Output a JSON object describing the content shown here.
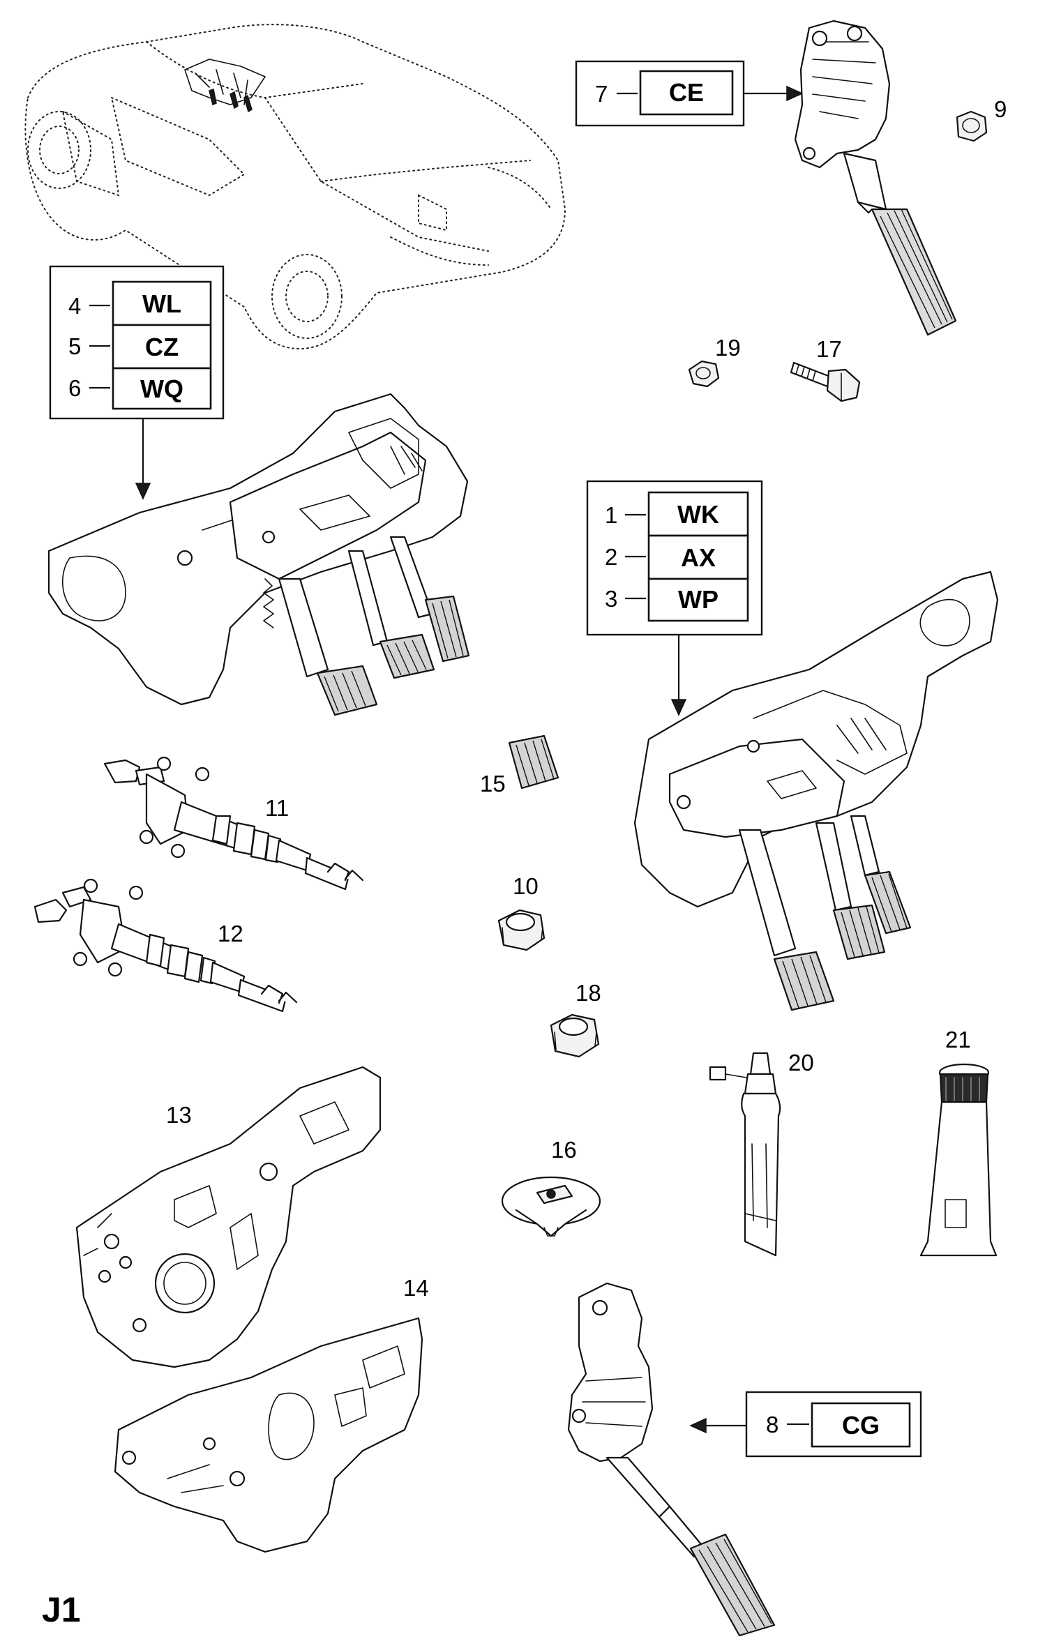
{
  "page_label": "J1",
  "legends": {
    "top_right": [
      {
        "num": "7",
        "code": "CE"
      }
    ],
    "top_left": [
      {
        "num": "4",
        "code": "WL"
      },
      {
        "num": "5",
        "code": "CZ"
      },
      {
        "num": "6",
        "code": "WQ"
      }
    ],
    "middle_right": [
      {
        "num": "1",
        "code": "WK"
      },
      {
        "num": "2",
        "code": "AX"
      },
      {
        "num": "3",
        "code": "WP"
      }
    ],
    "bottom_right": [
      {
        "num": "8",
        "code": "CG"
      }
    ]
  },
  "callouts": {
    "c9": "9",
    "c19": "19",
    "c17": "17",
    "c11": "11",
    "c12": "12",
    "c15": "15",
    "c10": "10",
    "c18": "18",
    "c20": "20",
    "c21": "21",
    "c13": "13",
    "c16": "16",
    "c14": "14"
  }
}
